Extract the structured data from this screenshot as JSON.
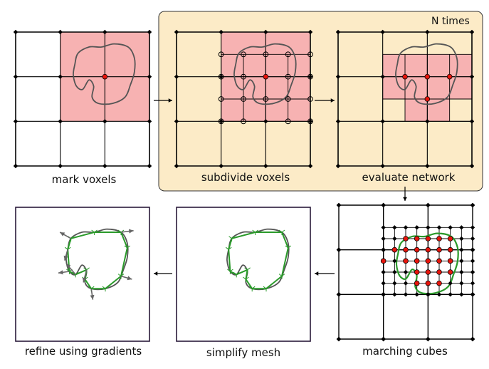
{
  "labels": {
    "mark": "mark voxels",
    "subdivide": "subdivide voxels",
    "evaluate": "evaluate network",
    "marching": "marching cubes",
    "simplify": "simplify mesh",
    "refine": "refine using gradients",
    "repeat": "N times"
  },
  "colors": {
    "repeat_box": "#fcebc7",
    "repeat_border": "#333333",
    "voxel_fill": "#f7b2b2",
    "grid": "#000000",
    "node": "#000000",
    "inside_node": "#e8150c",
    "outline": "#555555",
    "mesh": "#2a9a2a",
    "arrow": "#666666"
  }
}
